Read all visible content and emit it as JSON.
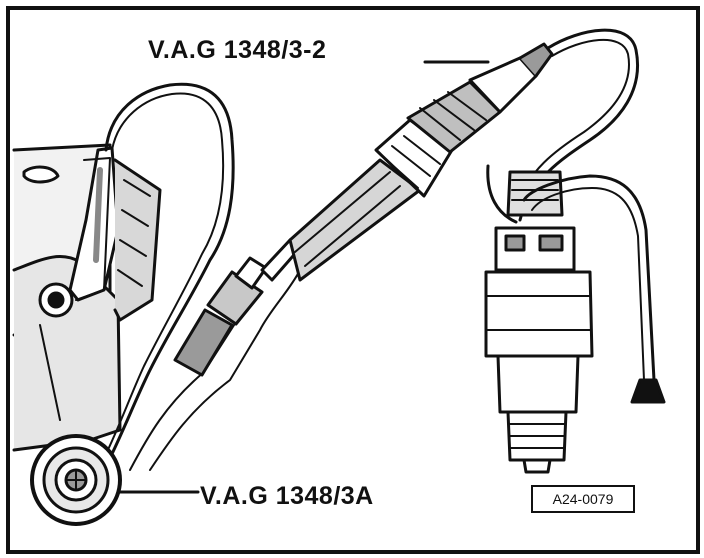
{
  "labels": {
    "tool_top": "V.A.G 1348/3-2",
    "tool_bottom": "V.A.G 1348/3A"
  },
  "figure_ref": "A24-0079",
  "colors": {
    "ink": "#111111",
    "paper": "#ffffff",
    "shade": "#9a9a9a"
  }
}
